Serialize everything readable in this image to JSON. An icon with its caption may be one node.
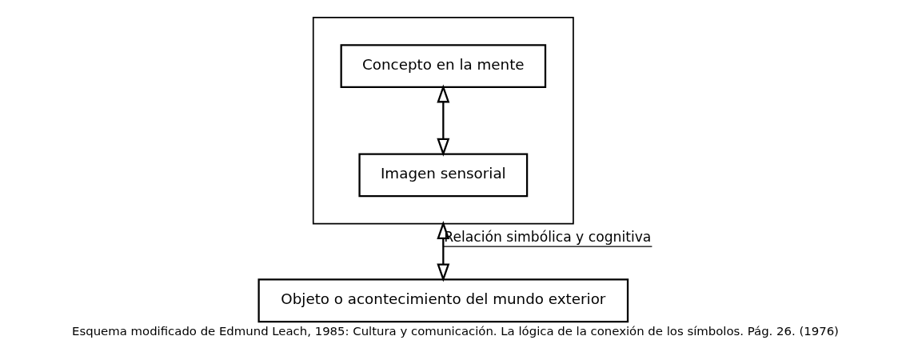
{
  "diagram": {
    "caption": "Esquema modificado de Edmund Leach, 1985: Cultura y comunicación. La lógica de la conexión de los símbolos. Pág. 26. (1976)",
    "nodes": [
      {
        "text": [],
        "shape": "box"
      },
      {
        "text": [
          "Concepto en la mente"
        ],
        "in": 0
      },
      {
        "text": [
          "Imagen sensorial"
        ],
        "in": 0
      },
      {
        "text": [
          "Objeto o acontecimiento del mundo exterior"
        ]
      }
    ],
    "edges": [
      {
        "from": 1,
        "to": 2,
        "arrow": "both"
      },
      {
        "from": 0,
        "to": 3,
        "arrow": "both",
        "label": "Relación simbólica y cognitiva"
      }
    ]
  }
}
